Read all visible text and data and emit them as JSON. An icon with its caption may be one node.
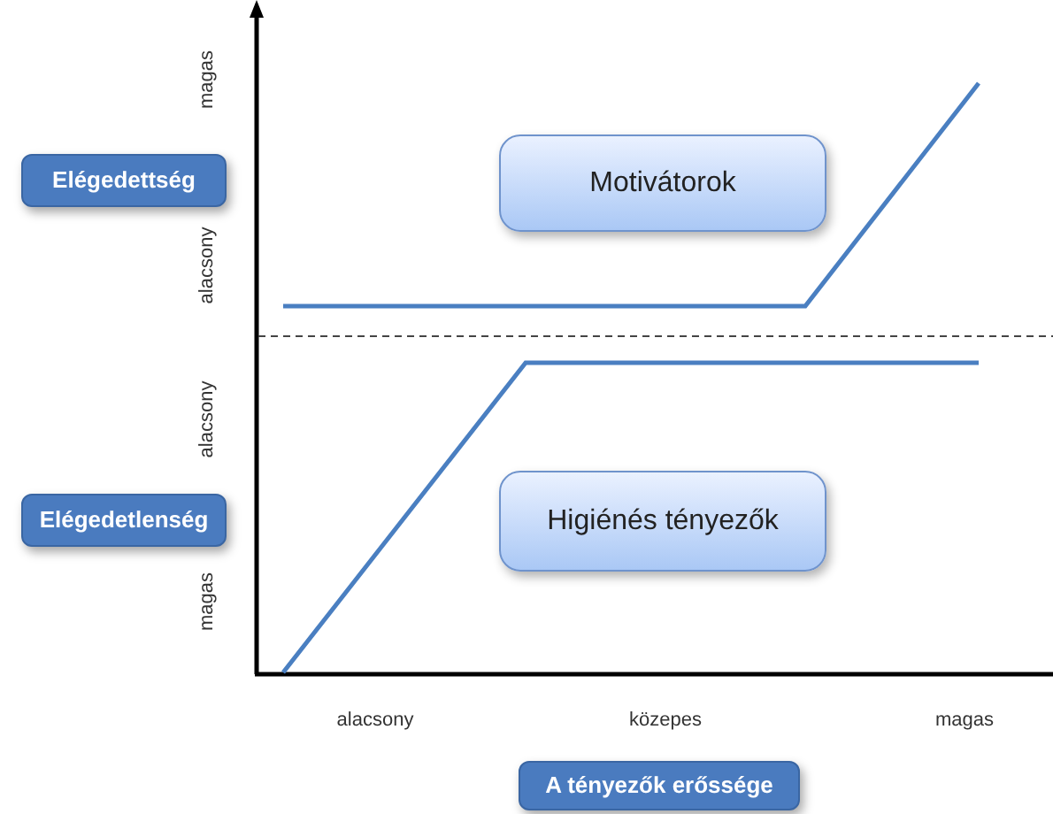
{
  "diagram": {
    "nodes": [
      {
        "text": [
          "Elégedettség"
        ]
      },
      {
        "text": [
          "Elégedetlenség"
        ]
      },
      {
        "text": [
          "Motivátorok"
        ]
      },
      {
        "text": [
          "Higiénés tényezők"
        ]
      },
      {
        "text": [
          "A tényezők erőssége"
        ]
      }
    ],
    "labels": [
      "magas",
      "alacsony",
      "alacsony",
      "magas",
      "alacsony",
      "közepes",
      "magas"
    ]
  }
}
